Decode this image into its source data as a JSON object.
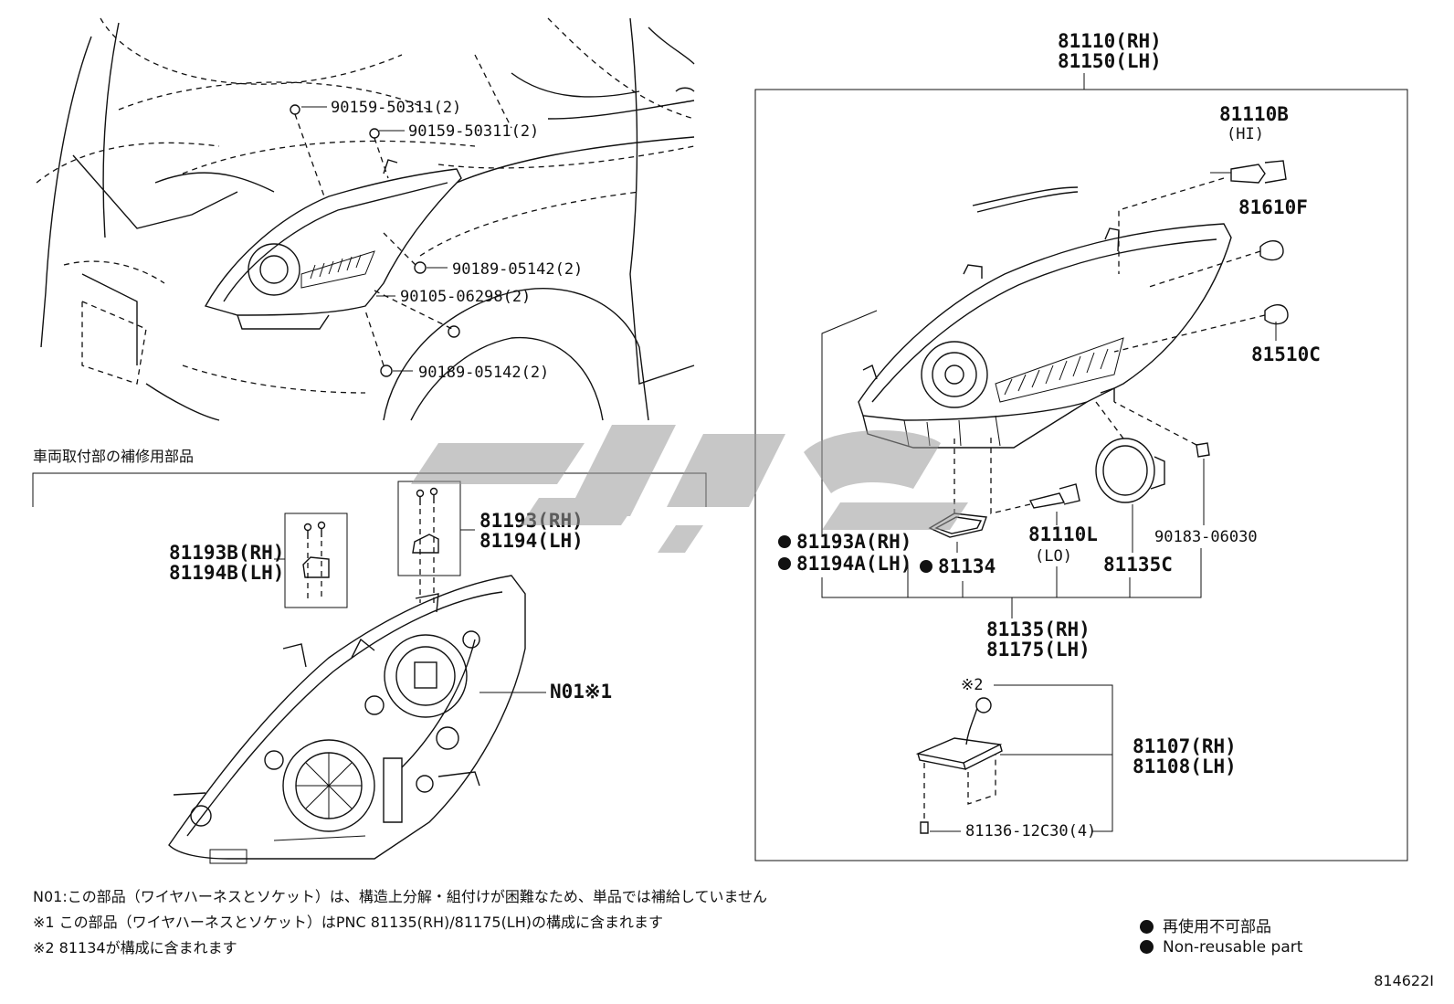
{
  "diagram_id": "814622I",
  "top_left": {
    "callouts": [
      "90159-50311(2)",
      "90159-50311(2)",
      "90189-05142(2)",
      "90105-06298(2)",
      "90189-05142(2)"
    ]
  },
  "service_parts": {
    "heading": "車両取付部の補修用部品",
    "bracket_b_rh": "81193B(RH)",
    "bracket_b_lh": "81194B(LH)",
    "bracket_rh": "81193(RH)",
    "bracket_lh": "81194(LH)",
    "harness_label": "N01※1"
  },
  "assembly": {
    "title_rh": "81110(RH)",
    "title_lh": "81150(LH)",
    "hi_bulb": "81110B",
    "hi_note": "(HI)",
    "bulb_81610f": "81610F",
    "bulb_81510c": "81510C",
    "bracket_a_rh": "81193A(RH)",
    "bracket_a_lh": "81194A(LH)",
    "gasket": "81134",
    "lo_bulb": "81110L",
    "lo_note": "(LO)",
    "cover": "81135C",
    "clip": "90183-06030",
    "sub_rh": "81135(RH)",
    "sub_lh": "81175(LH)",
    "note2_mark": "※2",
    "ballast_rh": "81107(RH)",
    "ballast_lh": "81108(LH)",
    "screw": "81136-12C30(4)"
  },
  "notes": {
    "n01": "N01:この部品（ワイヤハーネスとソケット）は、構造上分解・組付けが困難なため、単品では補給していません",
    "note1": "※1 この部品（ワイヤハーネスとソケット）はPNC 81135(RH)/81175(LH)の構成に含まれます",
    "note2": "※2 81134が構成に含まれます"
  },
  "legend": {
    "jp": "再使用不可部品",
    "en": "Non-reusable part"
  },
  "colors": {
    "line": "#111111",
    "watermark": "#9a9a9a"
  }
}
